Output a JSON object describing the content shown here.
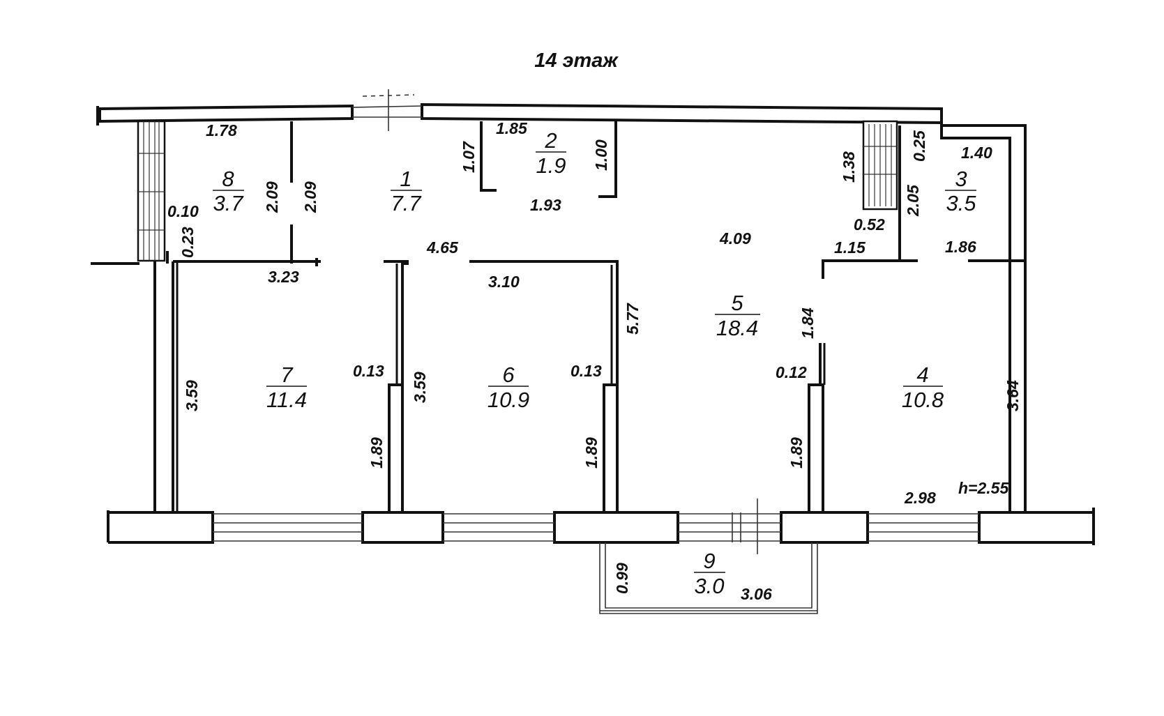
{
  "title": "14 этаж",
  "ceiling_height": "h=2.55",
  "rooms": [
    {
      "num": "1",
      "area": "7.7"
    },
    {
      "num": "2",
      "area": "1.9"
    },
    {
      "num": "3",
      "area": "3.5"
    },
    {
      "num": "4",
      "area": "10.8"
    },
    {
      "num": "5",
      "area": "18.4"
    },
    {
      "num": "6",
      "area": "10.9"
    },
    {
      "num": "7",
      "area": "11.4"
    },
    {
      "num": "8",
      "area": "3.7"
    },
    {
      "num": "9",
      "area": "3.0"
    }
  ],
  "dims": [
    "1.78",
    "1.85",
    "1.07",
    "1.00",
    "1.93",
    "2.09",
    "2.09",
    "0.10",
    "0.23",
    "3.23",
    "4.65",
    "3.10",
    "5.77",
    "4.09",
    "1.38",
    "0.25",
    "1.40",
    "2.05",
    "0.52",
    "1.15",
    "1.86",
    "1.84",
    "0.13",
    "3.59",
    "0.13",
    "0.12",
    "3.59",
    "1.89",
    "1.89",
    "1.89",
    "3.64",
    "2.98",
    "0.99",
    "3.06"
  ]
}
